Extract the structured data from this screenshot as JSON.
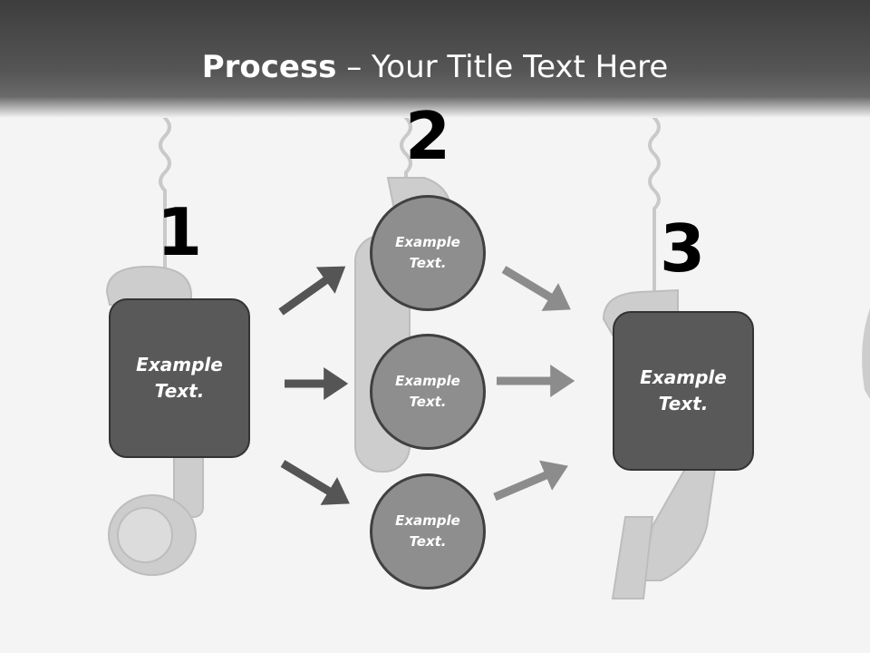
{
  "slide": {
    "title_bold": "Process",
    "title_rest": " – Your Title Text Here"
  },
  "steps": [
    {
      "number": "1"
    },
    {
      "number": "2"
    },
    {
      "number": "3"
    }
  ],
  "boxes": {
    "left": {
      "line1": "Example",
      "line2": "Text."
    },
    "right": {
      "line1": "Example",
      "line2": "Text."
    }
  },
  "circles": [
    {
      "line1": "Example",
      "line2": "Text."
    },
    {
      "line1": "Example",
      "line2": "Text."
    },
    {
      "line1": "Example",
      "line2": "Text."
    }
  ],
  "colors": {
    "header_dark": "#3d3d3d",
    "box_fill": "#595959",
    "circle_fill": "#8e8e8e",
    "arrow_dark": "#555555",
    "arrow_light": "#8c8c8c",
    "phone_art": "#cfcfcf"
  },
  "icons": [
    "telephone-handset-icon",
    "arrow-right-icon"
  ]
}
